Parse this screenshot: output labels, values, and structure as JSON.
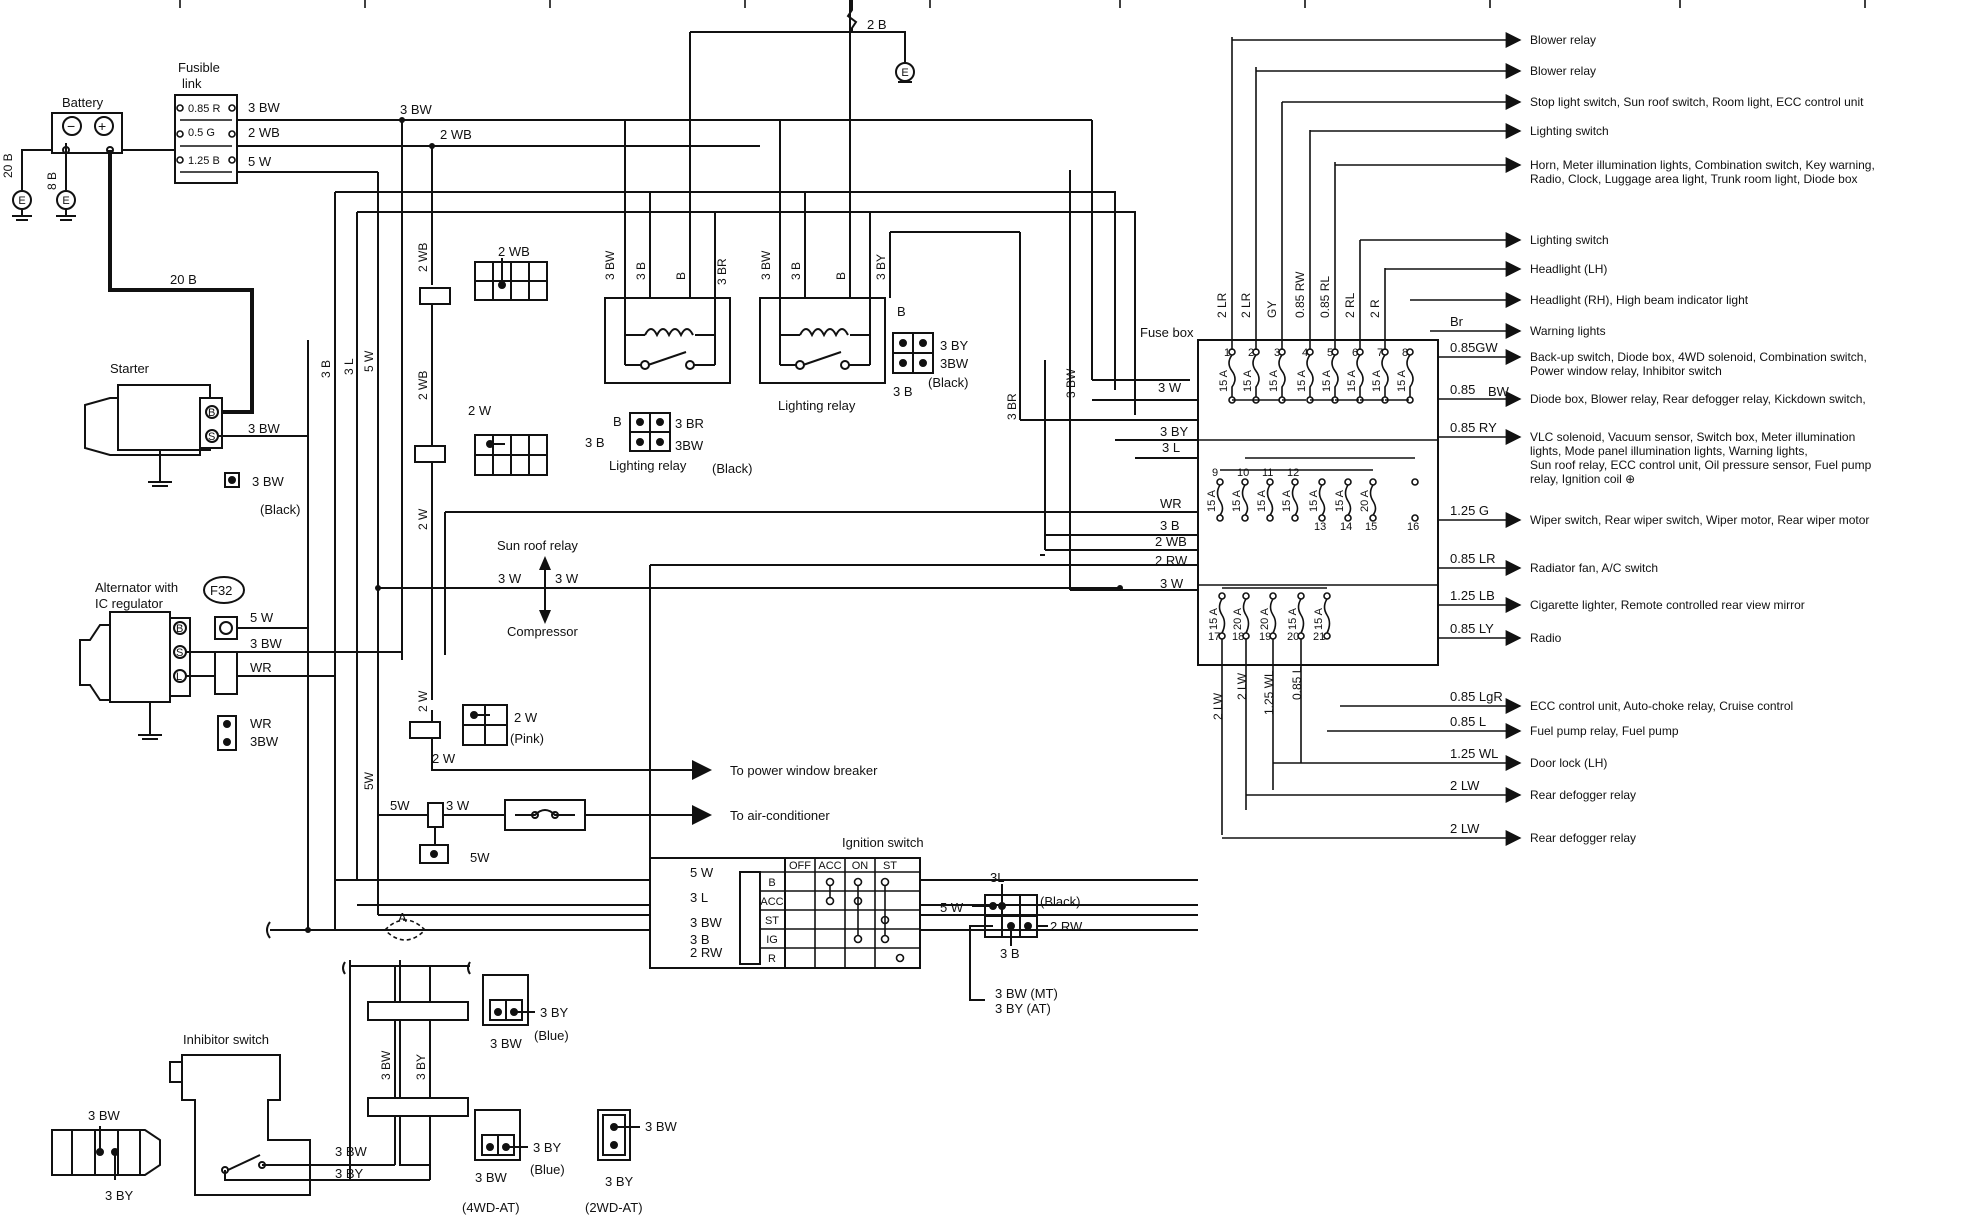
{
  "battery": {
    "title": "Battery",
    "neg": "−",
    "pos": "+",
    "ground1": "20 B",
    "ground2": "8 B",
    "earth": "E"
  },
  "fusible": {
    "title1": "Fusible",
    "title2": "link",
    "r1": "0.85 R",
    "r2": "0.5  G",
    "r3": "1.25 B",
    "w1": "3 BW",
    "w2": "2 WB",
    "w3": "5 W",
    "w1b": "3 BW",
    "w2b": "2 WB"
  },
  "main_wire": "20 B",
  "starter": {
    "title": "Starter",
    "wire": "3 BW",
    "conn": "3 BW",
    "conn_note": "(Black)",
    "t1": "B",
    "t2": "S"
  },
  "alternator": {
    "title1": "Alternator with",
    "title2": "IC regulator",
    "code": "F32",
    "w1": "5  W",
    "w2": "3 BW",
    "w3": "WR",
    "c1": "WR",
    "c2": "3BW",
    "t1": "B",
    "t2": "S",
    "t3": "L"
  },
  "vertical_wires": {
    "v1": "3 B",
    "v2": "3 L",
    "v3": "5 W",
    "v4": "2 WB",
    "v5": "2 WB",
    "v6": "2 W",
    "v7": "2 W",
    "v8": "5W"
  },
  "connectors": {
    "wb": "2 WB",
    "w": "2 W",
    "pink_w": "2  W",
    "pink": "(Pink)"
  },
  "top_ground": "2  B",
  "relay1": {
    "w1": "3 BW",
    "w2": "3  B",
    "w3": "B",
    "w4": "3 BR",
    "c1": "B",
    "c2": "3 BR",
    "c3": "3  B",
    "c4": "3BW",
    "title": "Lighting relay",
    "note": "(Black)"
  },
  "relay2": {
    "w1": "3 BW",
    "w2": "3  B",
    "w3": "B",
    "w4": "3 BY",
    "title": "Lighting relay",
    "c1": "B",
    "c2": "3 BY",
    "c3": "3BW",
    "c4": "3  B",
    "note": "(Black)"
  },
  "mid_wires": {
    "br": "3 BR",
    "bw": "3 BW"
  },
  "sunroof": {
    "title": "Sun roof relay",
    "w1": "3  W",
    "w2": "3  W",
    "comp": "Compressor"
  },
  "power_window": {
    "w": "2  W",
    "text": "To power window breaker"
  },
  "aircon": {
    "w1": "5W",
    "w2": "3 W",
    "c": "5W",
    "text": "To air-conditioner"
  },
  "fuse_box": {
    "title": "Fuse box",
    "upper_nums": [
      "1",
      "2",
      "3",
      "4",
      "5",
      "6",
      "7",
      "8"
    ],
    "upper_amps": [
      "15 A",
      "15 A",
      "15 A",
      "15 A",
      "15 A",
      "15 A",
      "15 A",
      "15 A"
    ],
    "upper_wires": [
      "2 LR",
      "2 LR",
      "GY",
      "0.85 RW",
      "0.85 RL",
      "2 RL",
      "2 R"
    ],
    "mid_nums": [
      "9",
      "10",
      "11",
      "12",
      "13",
      "14",
      "15",
      "16"
    ],
    "mid_amps": [
      "15 A",
      "15 A",
      "15 A",
      "15 A",
      "15 A",
      "15 A",
      "20 A"
    ],
    "low_nums": [
      "17",
      "18",
      "19",
      "20",
      "21"
    ],
    "low_amps": [
      "15 A",
      "20 A",
      "20 A",
      "15 A",
      "15 A"
    ],
    "low_wires": [
      "2 LW",
      "2 LW",
      "1.25 WL",
      "0.85 L"
    ],
    "in_wires": [
      "3  W",
      "3 BY",
      "3  L",
      "WR",
      "3  B",
      "2  WB",
      "2  RW",
      "3  W"
    ]
  },
  "outputs": [
    {
      "label": "Blower relay"
    },
    {
      "label": "Blower relay"
    },
    {
      "label": "Stop light switch, Sun roof switch, Room light, ECC control unit"
    },
    {
      "label": "Lighting switch"
    },
    {
      "label": "Horn, Meter illumination lights, Combination switch, Key warning,",
      "label2": "Radio, Clock, Luggage area light, Trunk room light, Diode box"
    },
    {
      "label": "Lighting switch"
    },
    {
      "label": "Headlight (LH)"
    },
    {
      "label": "Headlight (RH), High beam indicator light"
    },
    {
      "label": "Warning lights",
      "wire": "Br"
    },
    {
      "label": "Back-up switch, Diode box, 4WD solenoid, Combination switch,",
      "label2": "Power window relay, Inhibitor switch",
      "wire": "0.85GW"
    },
    {
      "label": "Diode box, Blower relay, Rear defogger relay, Kickdown switch,",
      "wire": "0.85",
      "wire2": "BW"
    },
    {
      "label": "VLC solenoid, Vacuum sensor, Switch box, Meter illumination",
      "label2": "lights, Mode panel illumination lights, Warning lights,",
      "label3": "Sun roof relay, ECC control unit, Oil pressure sensor, Fuel pump",
      "label4": "relay, Ignition coil ⊕",
      "wire": "0.85  RY"
    },
    {
      "label": "Wiper switch, Rear wiper switch, Wiper motor, Rear wiper motor",
      "wire": "1.25  G"
    },
    {
      "label": "Radiator fan, A/C switch",
      "wire": "0.85  LR"
    },
    {
      "label": "Cigarette lighter, Remote controlled rear view mirror",
      "wire": "1.25  LB"
    },
    {
      "label": "Radio",
      "wire": "0.85  LY"
    },
    {
      "label": "ECC control unit, Auto-choke relay, Cruise control",
      "wire": "0.85  LgR"
    },
    {
      "label": "Fuel pump relay, Fuel pump",
      "wire": "0.85  L"
    },
    {
      "label": "Door lock (LH)",
      "wire": "1.25  WL"
    },
    {
      "label": "Rear defogger relay",
      "wire": "2  LW"
    },
    {
      "label": "Rear defogger relay",
      "wire": "2  LW"
    }
  ],
  "ignition": {
    "title": "Ignition switch",
    "headers": [
      "OFF",
      "ACC",
      "ON",
      "ST"
    ],
    "rows": [
      "B",
      "ACC",
      "ST",
      "IG",
      "R"
    ],
    "wires": [
      "5  W",
      "3  L",
      "3 BW",
      "3  B",
      "2 RW"
    ]
  },
  "marker_a": "A",
  "conn_right": {
    "w1": "3L",
    "note": "(Black)",
    "w2": "5 W",
    "w3": "2 RW",
    "w4": "3  B",
    "w5": "3 BW (MT)",
    "w6": "3 BY (AT)"
  },
  "inhibitor": {
    "title": "Inhibitor switch",
    "w1": "3 BW",
    "w2": "3  BY",
    "c1": "3 BW",
    "c2": "3 BY",
    "v1": "3 BW",
    "v2": "3 BY"
  },
  "blue_conn": {
    "w1": "3 BY",
    "w2": "3 BW",
    "note": "(Blue)"
  },
  "conn_4wd": {
    "w1": "3 BY",
    "w2": "3 BW",
    "note": "(Blue)",
    "tag": "(4WD-AT)"
  },
  "conn_2wd": {
    "w1": "3 BW",
    "w2": "3 BY",
    "tag": "(2WD-AT)"
  }
}
